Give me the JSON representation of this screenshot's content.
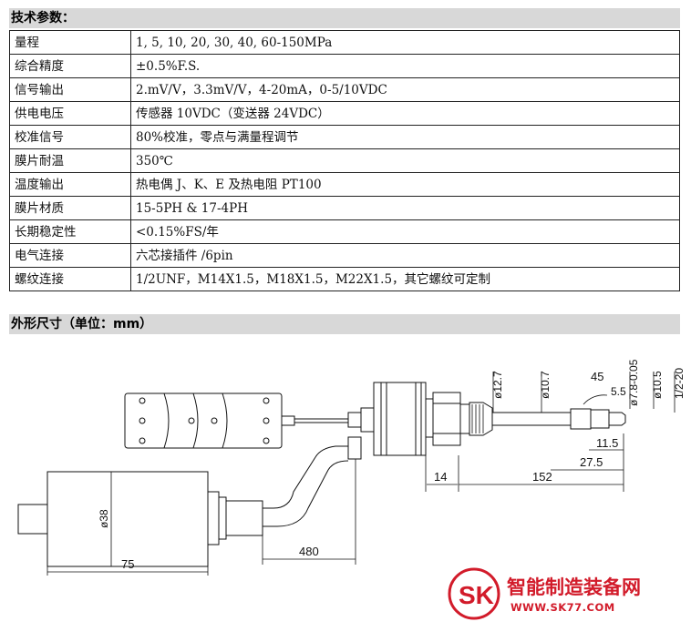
{
  "specs": {
    "title": "技术参数：",
    "rows": [
      {
        "label": "量程",
        "value": "1, 5, 10, 20, 30, 40, 60-150MPa"
      },
      {
        "label": "综合精度",
        "value": "±0.5%F.S."
      },
      {
        "label": "信号输出",
        "value": "2.mV/V，3.3mV/V，4-20mA，0-5/10VDC"
      },
      {
        "label": "供电电压",
        "value": "传感器 10VDC（变送器 24VDC）"
      },
      {
        "label": "校准信号",
        "value": "80%校准，零点与满量程调节"
      },
      {
        "label": "膜片耐温",
        "value": "350℃"
      },
      {
        "label": "温度输出",
        "value": "热电偶 J、K、E 及热电阻 PT100"
      },
      {
        "label": "膜片材质",
        "value": "15-5PH & 17-4PH"
      },
      {
        "label": "长期稳定性",
        "value": "<0.15%FS/年"
      },
      {
        "label": "电气连接",
        "value": "六芯接插件  /6pin"
      },
      {
        "label": "螺纹连接",
        "value": "1/2UNF，M14X1.5，M18X1.5，M22X1.5，其它螺纹可定制"
      }
    ]
  },
  "dimensions": {
    "title": "外形尺寸（单位：mm）",
    "labels": {
      "d12_7": "ø12.7",
      "d10_7": "ø10.7",
      "d7_8": "ø7.8-0.05",
      "d10_5": "ø10.5",
      "thread": "1/2-20",
      "angle": "45",
      "l5_5": "5.5",
      "l11_5": "11.5",
      "l27_5": "27.5",
      "l14": "14",
      "l152": "152",
      "d38": "ø38",
      "l75": "75",
      "l480": "480"
    }
  },
  "logo": {
    "mark": "SK",
    "name": "智能制造装备网",
    "url": "WWW.SK77.COM"
  },
  "colors": {
    "section_bar": "#d8d8d8",
    "logo_red": "#d21b2a"
  }
}
